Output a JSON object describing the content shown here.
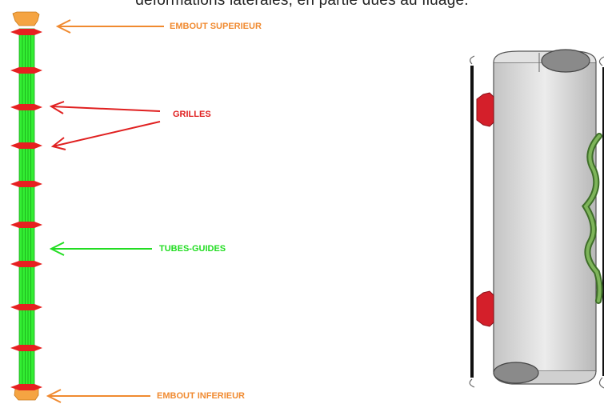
{
  "caption_fragment": "déformations latérales, en partie dues au fluage.",
  "labels": {
    "top_nozzle": "EMBOUT SUPERIEUR",
    "grids": "GRILLES",
    "guide_tubes": "TUBES-GUIDES",
    "bottom_nozzle": "EMBOUT INFERIEUR"
  },
  "colors": {
    "top_nozzle": "#f39c3c",
    "grids": "#e02424",
    "guide_tubes": "#22dd22",
    "bottom_nozzle": "#f39c3c",
    "tube_body": "#d8d8d8",
    "deformed_tube": "#5c8a3a"
  }
}
